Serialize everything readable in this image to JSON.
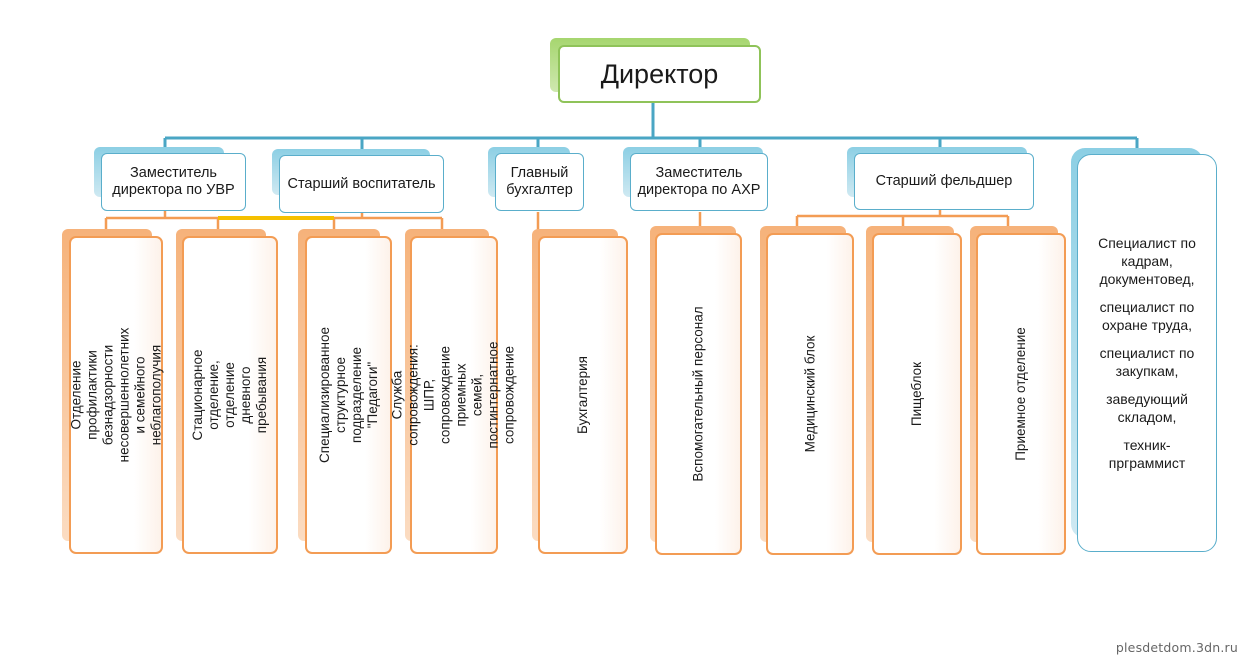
{
  "director": "Директор",
  "heads": {
    "uvr": "Заместитель директора по УВР",
    "educator": "Старший воспитатель",
    "accountant": "Главный бухгалтер",
    "ahr": "Заместитель директора по АХР",
    "medic": "Старший фельдшер"
  },
  "departments": {
    "prevention": "Отделение профилактики безнадзорности несовершеннолетних  и семейного неблагополучия",
    "stationary": "Стационарное отделение, отделение дневного пребывания",
    "pedagogi": "Специализированное структурное подразделение \"Педагоги\"",
    "support": "Служба сопровождения: ШПР, сопровождение приемных  семей, постинтернатное сопровождение",
    "accounting": "Бухгалтерия",
    "auxiliary": "Вспомогательный персонал",
    "medical": "Медицинский блок",
    "catering": "Пищеблок",
    "reception": "Приемное отделение"
  },
  "specialists": [
    "Специалист по кадрам, документовед,",
    "специалист по охране труда,",
    "специалист по закупкам,",
    "заведующий складом,",
    "техник-прграммист"
  ],
  "watermark": "plesdetdom.3dn.ru",
  "colors": {
    "connector_blue": "#4aa6c4",
    "connector_orange": "#f39c54",
    "connector_yellow": "#f5c000",
    "director_border": "#8fc359"
  }
}
